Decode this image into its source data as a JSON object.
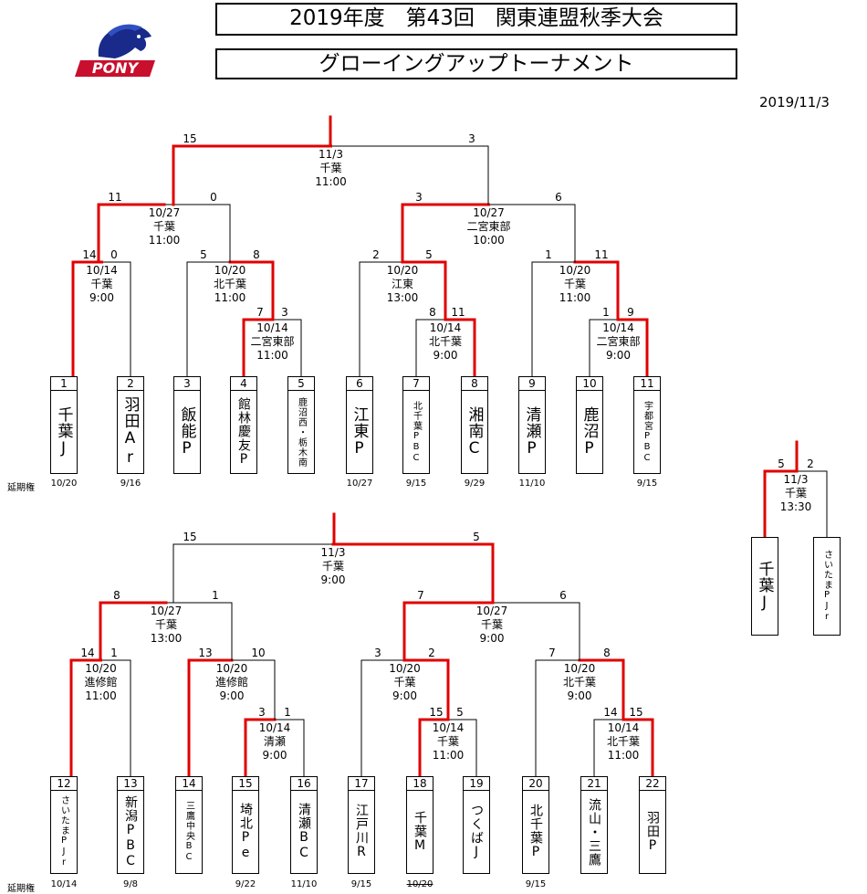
{
  "header": {
    "title": "2019年度　第43回　関東連盟秋季大会",
    "subtitle": "グローイングアップトーナメント",
    "date": "2019/11/3",
    "logo_text": "PONY"
  },
  "labels": {
    "ext": "延期権"
  },
  "colors": {
    "winner": "#e00000",
    "line": "#000000"
  },
  "teams": [
    {
      "no": "1",
      "name": "千葉J",
      "size": "l",
      "ext": "10/20"
    },
    {
      "no": "2",
      "name": "羽田Ar",
      "size": "l",
      "ext": "9/16"
    },
    {
      "no": "3",
      "name": "飯能P",
      "size": "l",
      "ext": ""
    },
    {
      "no": "4",
      "name": "館林慶友P",
      "size": "m",
      "ext": ""
    },
    {
      "no": "5",
      "name": "鹿沼西・栃木南",
      "size": "s",
      "ext": ""
    },
    {
      "no": "6",
      "name": "江東P",
      "size": "l",
      "ext": "10/27"
    },
    {
      "no": "7",
      "name": "北千葉PBC",
      "size": "s",
      "ext": "9/15"
    },
    {
      "no": "8",
      "name": "湘南C",
      "size": "l",
      "ext": "9/29"
    },
    {
      "no": "9",
      "name": "清瀬P",
      "size": "l",
      "ext": "11/10"
    },
    {
      "no": "10",
      "name": "鹿沼P",
      "size": "l",
      "ext": ""
    },
    {
      "no": "11",
      "name": "宇都宮PBC",
      "size": "s",
      "ext": "9/15"
    },
    {
      "no": "12",
      "name": "さいたまPJr",
      "size": "s",
      "ext": "10/14"
    },
    {
      "no": "13",
      "name": "新潟PBC",
      "size": "m",
      "ext": "9/8"
    },
    {
      "no": "14",
      "name": "三鷹中央BC",
      "size": "s",
      "ext": ""
    },
    {
      "no": "15",
      "name": "埼北Pe",
      "size": "m",
      "ext": "9/22"
    },
    {
      "no": "16",
      "name": "清瀬BC",
      "size": "m",
      "ext": "11/10"
    },
    {
      "no": "17",
      "name": "江戸川R",
      "size": "m",
      "ext": "9/15"
    },
    {
      "no": "18",
      "name": "千葉M",
      "size": "m",
      "ext": "10/20"
    },
    {
      "no": "19",
      "name": "つくばJ",
      "size": "m",
      "ext": ""
    },
    {
      "no": "20",
      "name": "北千葉P",
      "size": "m",
      "ext": "9/15"
    },
    {
      "no": "21",
      "name": "流山・三鷹",
      "size": "m",
      "ext": ""
    },
    {
      "no": "22",
      "name": "羽田P",
      "size": "m",
      "ext": ""
    }
  ],
  "final_teams": [
    {
      "name": "千葉J",
      "size": "l"
    },
    {
      "name": "さいたまPJr",
      "size": "s"
    }
  ],
  "matches": [
    {
      "id": "t1",
      "scores": [
        "14",
        "0"
      ],
      "info": [
        "10/14",
        "千葉",
        "9:00"
      ]
    },
    {
      "id": "t2",
      "scores": [
        "7",
        "3"
      ],
      "info": [
        "10/14",
        "二宮東部",
        "11:00"
      ]
    },
    {
      "id": "t3",
      "scores": [
        "5",
        "8"
      ],
      "info": [
        "10/20",
        "北千葉",
        "11:00"
      ]
    },
    {
      "id": "t4",
      "scores": [
        "11",
        "0"
      ],
      "info": [
        "10/27",
        "千葉",
        "11:00"
      ]
    },
    {
      "id": "t5",
      "scores": [
        "8",
        "11"
      ],
      "info": [
        "10/14",
        "北千葉",
        "9:00"
      ]
    },
    {
      "id": "t6",
      "scores": [
        "2",
        "5"
      ],
      "info": [
        "10/20",
        "江東",
        "13:00"
      ]
    },
    {
      "id": "t7",
      "scores": [
        "1",
        "9"
      ],
      "info": [
        "10/14",
        "二宮東部",
        "9:00"
      ]
    },
    {
      "id": "t8",
      "scores": [
        "1",
        "11"
      ],
      "info": [
        "10/20",
        "千葉",
        "11:00"
      ]
    },
    {
      "id": "t9",
      "scores": [
        "3",
        "6"
      ],
      "info": [
        "10/27",
        "二宮東部",
        "10:00"
      ]
    },
    {
      "id": "t10",
      "scores": [
        "15",
        "3"
      ],
      "info": [
        "11/3",
        "千葉",
        "11:00"
      ]
    },
    {
      "id": "b1",
      "scores": [
        "14",
        "1"
      ],
      "info": [
        "10/20",
        "進修館",
        "11:00"
      ]
    },
    {
      "id": "b2",
      "scores": [
        "3",
        "1"
      ],
      "info": [
        "10/14",
        "清瀬",
        "9:00"
      ]
    },
    {
      "id": "b3",
      "scores": [
        "13",
        "10"
      ],
      "info": [
        "10/20",
        "進修館",
        "9:00"
      ]
    },
    {
      "id": "b4",
      "scores": [
        "8",
        "1"
      ],
      "info": [
        "10/27",
        "千葉",
        "13:00"
      ]
    },
    {
      "id": "b5",
      "scores": [
        "15",
        "5"
      ],
      "info": [
        "10/14",
        "千葉",
        "11:00"
      ]
    },
    {
      "id": "b6",
      "scores": [
        "3",
        "2"
      ],
      "info": [
        "10/20",
        "千葉",
        "9:00"
      ]
    },
    {
      "id": "b7",
      "scores": [
        "14",
        "15"
      ],
      "info": [
        "10/14",
        "北千葉",
        "11:00"
      ]
    },
    {
      "id": "b8",
      "scores": [
        "7",
        "8"
      ],
      "info": [
        "10/20",
        "北千葉",
        "9:00"
      ]
    },
    {
      "id": "b9",
      "scores": [
        "7",
        "6"
      ],
      "info": [
        "10/27",
        "千葉",
        "9:00"
      ]
    },
    {
      "id": "b10",
      "scores": [
        "15",
        "5"
      ],
      "info": [
        "11/3",
        "千葉",
        "9:00"
      ]
    },
    {
      "id": "f",
      "scores": [
        "5",
        "2"
      ],
      "info": [
        "11/3",
        "千葉",
        "13:30"
      ]
    }
  ]
}
